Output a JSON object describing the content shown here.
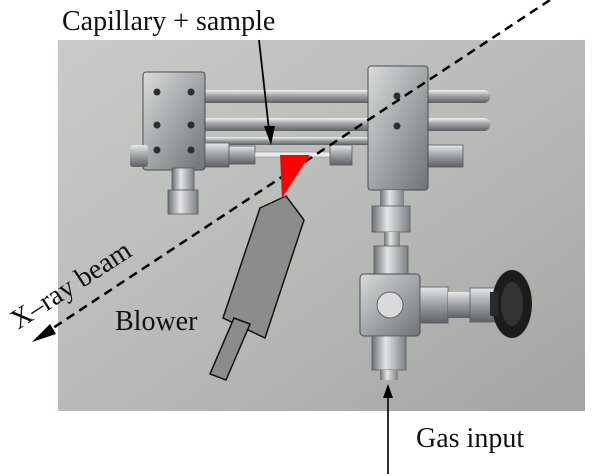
{
  "labels": {
    "capillary": "Capillary + sample",
    "xray": "X–ray beam",
    "blower": "Blower",
    "gas": "Gas input"
  },
  "colors": {
    "photo_background": "#b7b9b6",
    "steel": "#a9acad",
    "sample_triangle": "#ff0000",
    "blower": "#8c8c8c",
    "knob": "#1c1c1c"
  }
}
